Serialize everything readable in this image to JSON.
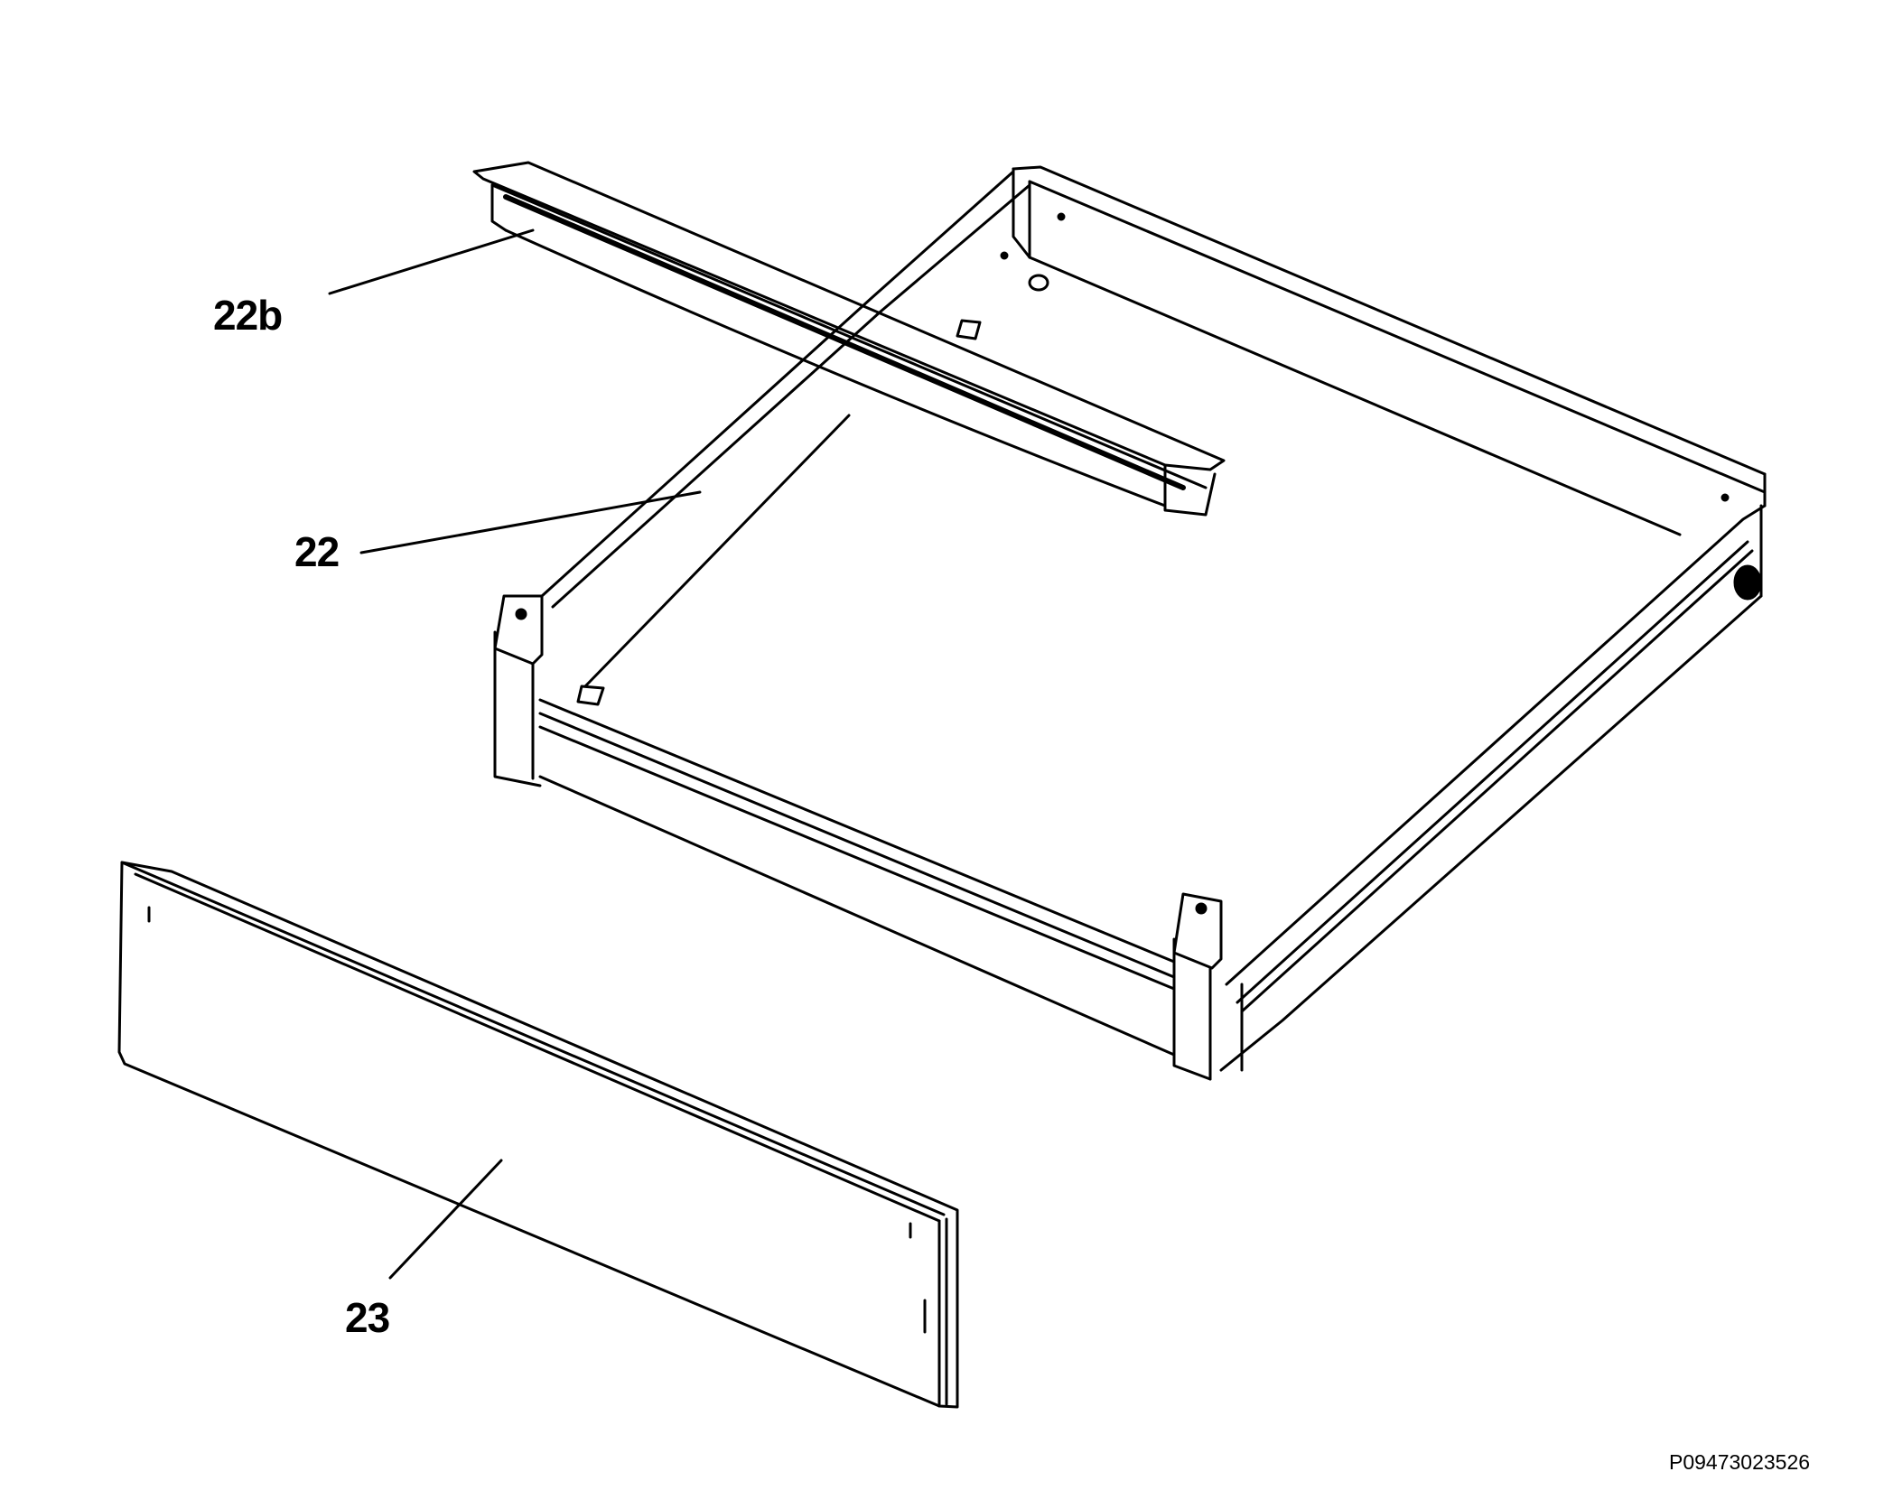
{
  "callouts": {
    "part_22b": "22b",
    "part_22": "22",
    "part_23": "23"
  },
  "reference_code": "P09473023526",
  "colors": {
    "line": "#000000",
    "background": "#ffffff",
    "panel_fill": "#ffffff"
  }
}
